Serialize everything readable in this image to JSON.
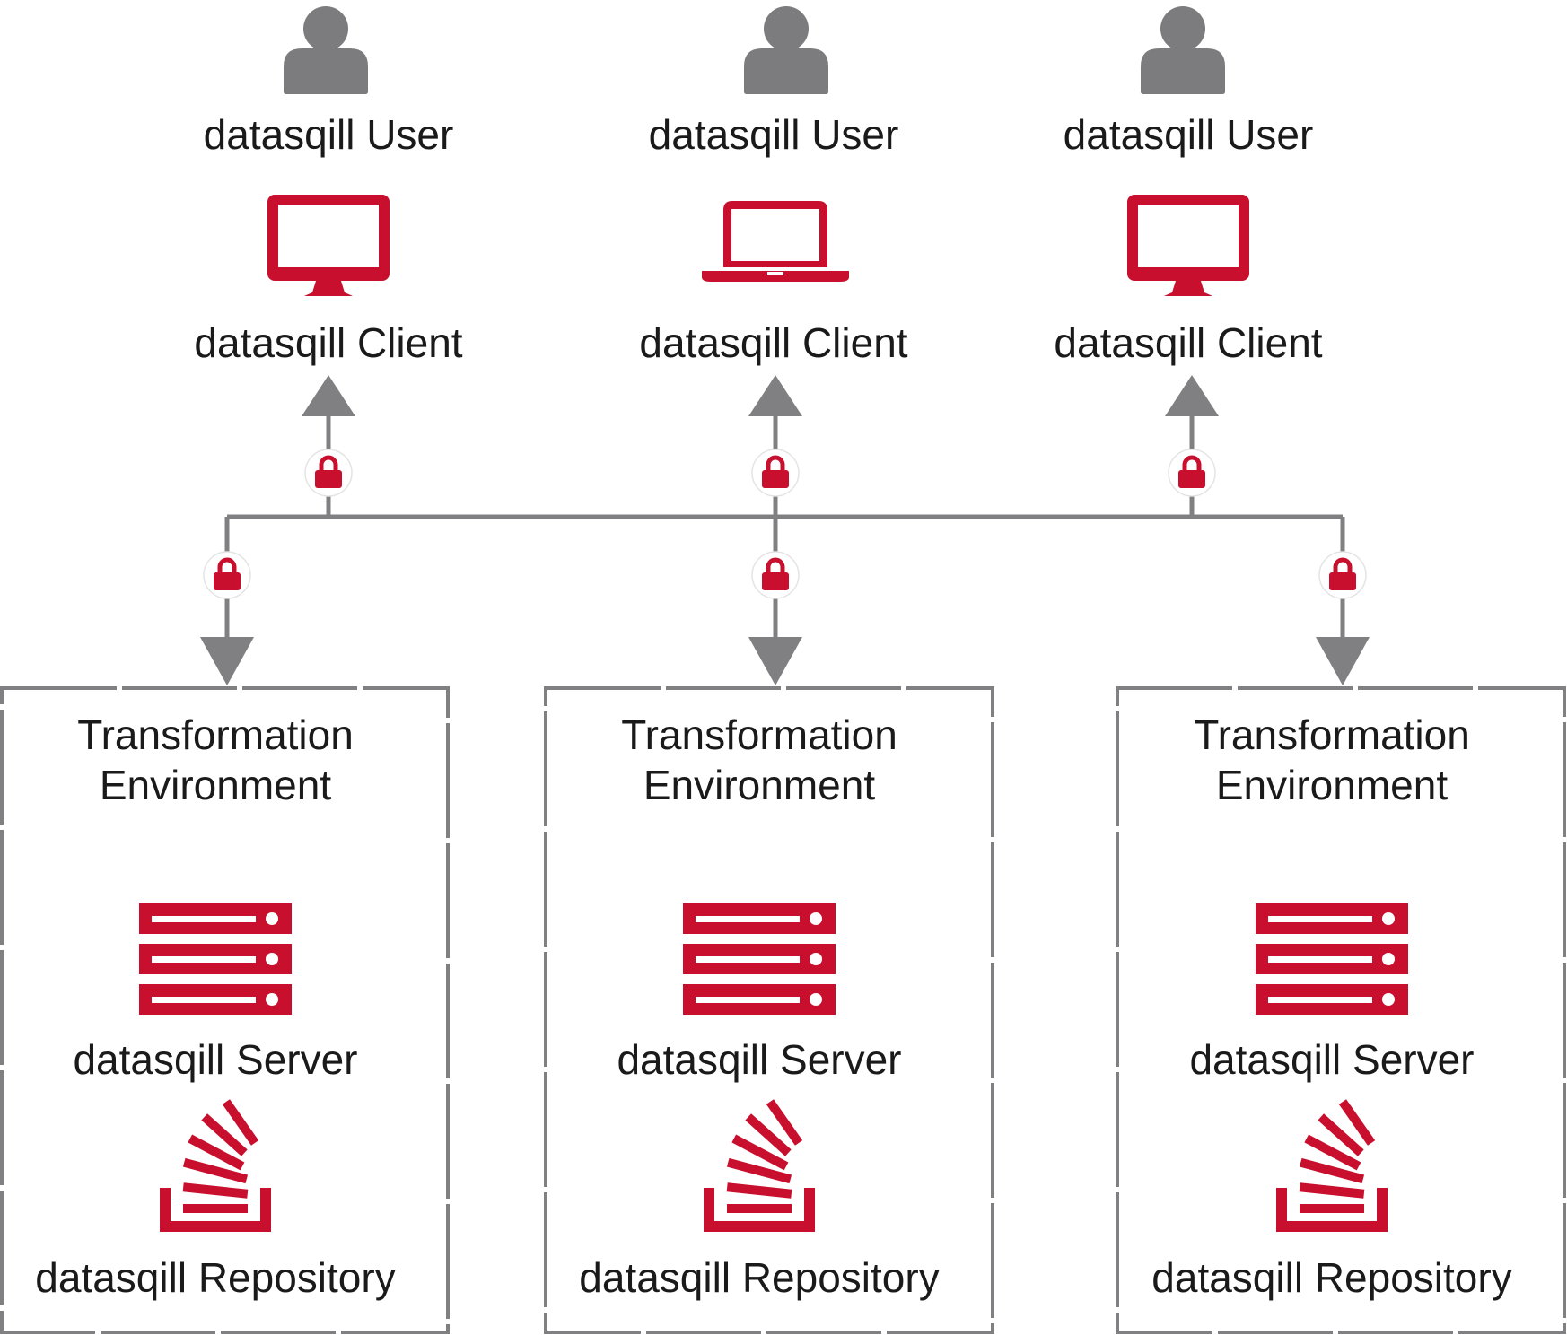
{
  "colors": {
    "accent": "#c8102e",
    "line": "#808083",
    "person": "#7c7c7e",
    "text": "#1a1a1a"
  },
  "users": [
    {
      "label": "datasqill User",
      "client_label": "datasqill Client",
      "client_icon": "monitor-icon"
    },
    {
      "label": "datasqill User",
      "client_label": "datasqill Client",
      "client_icon": "laptop-icon"
    },
    {
      "label": "datasqill User",
      "client_label": "datasqill Client",
      "client_icon": "monitor-icon"
    }
  ],
  "environments": [
    {
      "title_line1": "Transformation",
      "title_line2": "Environment",
      "server_label": "datasqill Server",
      "repository_label": "datasqill Repository"
    },
    {
      "title_line1": "Transformation",
      "title_line2": "Environment",
      "server_label": "datasqill Server",
      "repository_label": "datasqill Repository"
    },
    {
      "title_line1": "Transformation",
      "title_line2": "Environment",
      "server_label": "datasqill Server",
      "repository_label": "datasqill Repository"
    }
  ]
}
